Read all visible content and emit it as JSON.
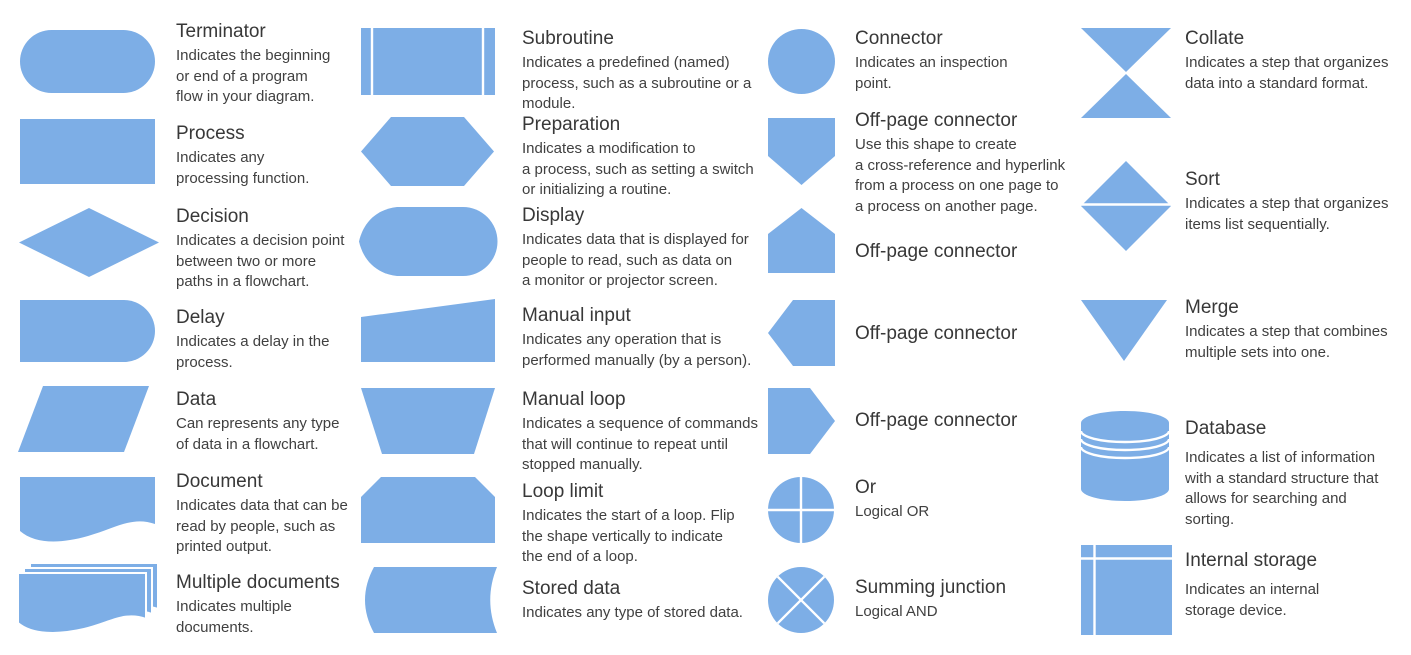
{
  "palette": {
    "shape_fill": "#7DAEE6",
    "background": "#ffffff",
    "title_text": "#383838",
    "body_text": "#404040"
  },
  "columns": [
    {
      "items": [
        {
          "shape": "terminator",
          "title": "Terminator",
          "description": "Indicates the beginning\nor end of a program\nflow in your diagram."
        },
        {
          "shape": "process",
          "title": "Process",
          "description": "Indicates any\nprocessing function."
        },
        {
          "shape": "decision",
          "title": "Decision",
          "description": "Indicates a decision point\nbetween two or more\npaths in a flowchart."
        },
        {
          "shape": "delay",
          "title": "Delay",
          "description": "Indicates a delay in the\nprocess."
        },
        {
          "shape": "data",
          "title": "Data",
          "description": "Can represents any type\nof data in a flowchart."
        },
        {
          "shape": "document",
          "title": "Document",
          "description": "Indicates data that can be\nread by people, such as\nprinted output."
        },
        {
          "shape": "multiple-documents",
          "title": "Multiple documents",
          "description": "Indicates multiple\ndocuments."
        }
      ]
    },
    {
      "items": [
        {
          "shape": "subroutine",
          "title": "Subroutine",
          "description": "Indicates a predefined (named)\nprocess, such as a subroutine or a\nmodule."
        },
        {
          "shape": "preparation",
          "title": "Preparation",
          "description": "Indicates a modification to\na process, such as setting a switch\nor initializing a routine."
        },
        {
          "shape": "display",
          "title": "Display",
          "description": "Indicates data that is displayed for\npeople to read, such as data on\na monitor or projector screen."
        },
        {
          "shape": "manual-input",
          "title": "Manual input",
          "description": "Indicates any operation that is\nperformed manually (by a person)."
        },
        {
          "shape": "manual-loop",
          "title": "Manual loop",
          "description": "Indicates a sequence of commands\nthat will continue to repeat until\nstopped manually."
        },
        {
          "shape": "loop-limit",
          "title": "Loop limit",
          "description": "Indicates the start of a loop. Flip\nthe shape vertically to indicate\nthe end of a loop."
        },
        {
          "shape": "stored-data",
          "title": "Stored data",
          "description": "Indicates any type of stored data."
        }
      ]
    },
    {
      "items": [
        {
          "shape": "connector",
          "title": "Connector",
          "description": "Indicates an inspection\npoint."
        },
        {
          "shape": "off-page-connector-down",
          "title": "Off-page connector",
          "description": "Use this shape to create\na cross-reference and hyperlink\nfrom a process on one page to\na process on another page."
        },
        {
          "shape": "off-page-connector-up",
          "title": "Off-page connector"
        },
        {
          "shape": "off-page-connector-left",
          "title": "Off-page connector"
        },
        {
          "shape": "off-page-connector-right",
          "title": "Off-page connector"
        },
        {
          "shape": "or",
          "title": "Or",
          "description": "Logical OR"
        },
        {
          "shape": "summing-junction",
          "title": "Summing junction",
          "description": "Logical AND"
        }
      ]
    },
    {
      "items": [
        {
          "shape": "collate",
          "title": "Collate",
          "description": "Indicates a step that organizes\ndata into a standard format."
        },
        {
          "shape": "sort",
          "title": "Sort",
          "description": "Indicates a step that organizes\nitems list sequentially."
        },
        {
          "shape": "merge",
          "title": "Merge",
          "description": "Indicates a step that combines\nmultiple sets into one."
        },
        {
          "shape": "database",
          "title": "Database",
          "description": "Indicates a list of information\nwith a standard structure that\nallows for searching and\nsorting."
        },
        {
          "shape": "internal-storage",
          "title": "Internal storage",
          "description": "Indicates an internal\nstorage device."
        }
      ]
    }
  ]
}
